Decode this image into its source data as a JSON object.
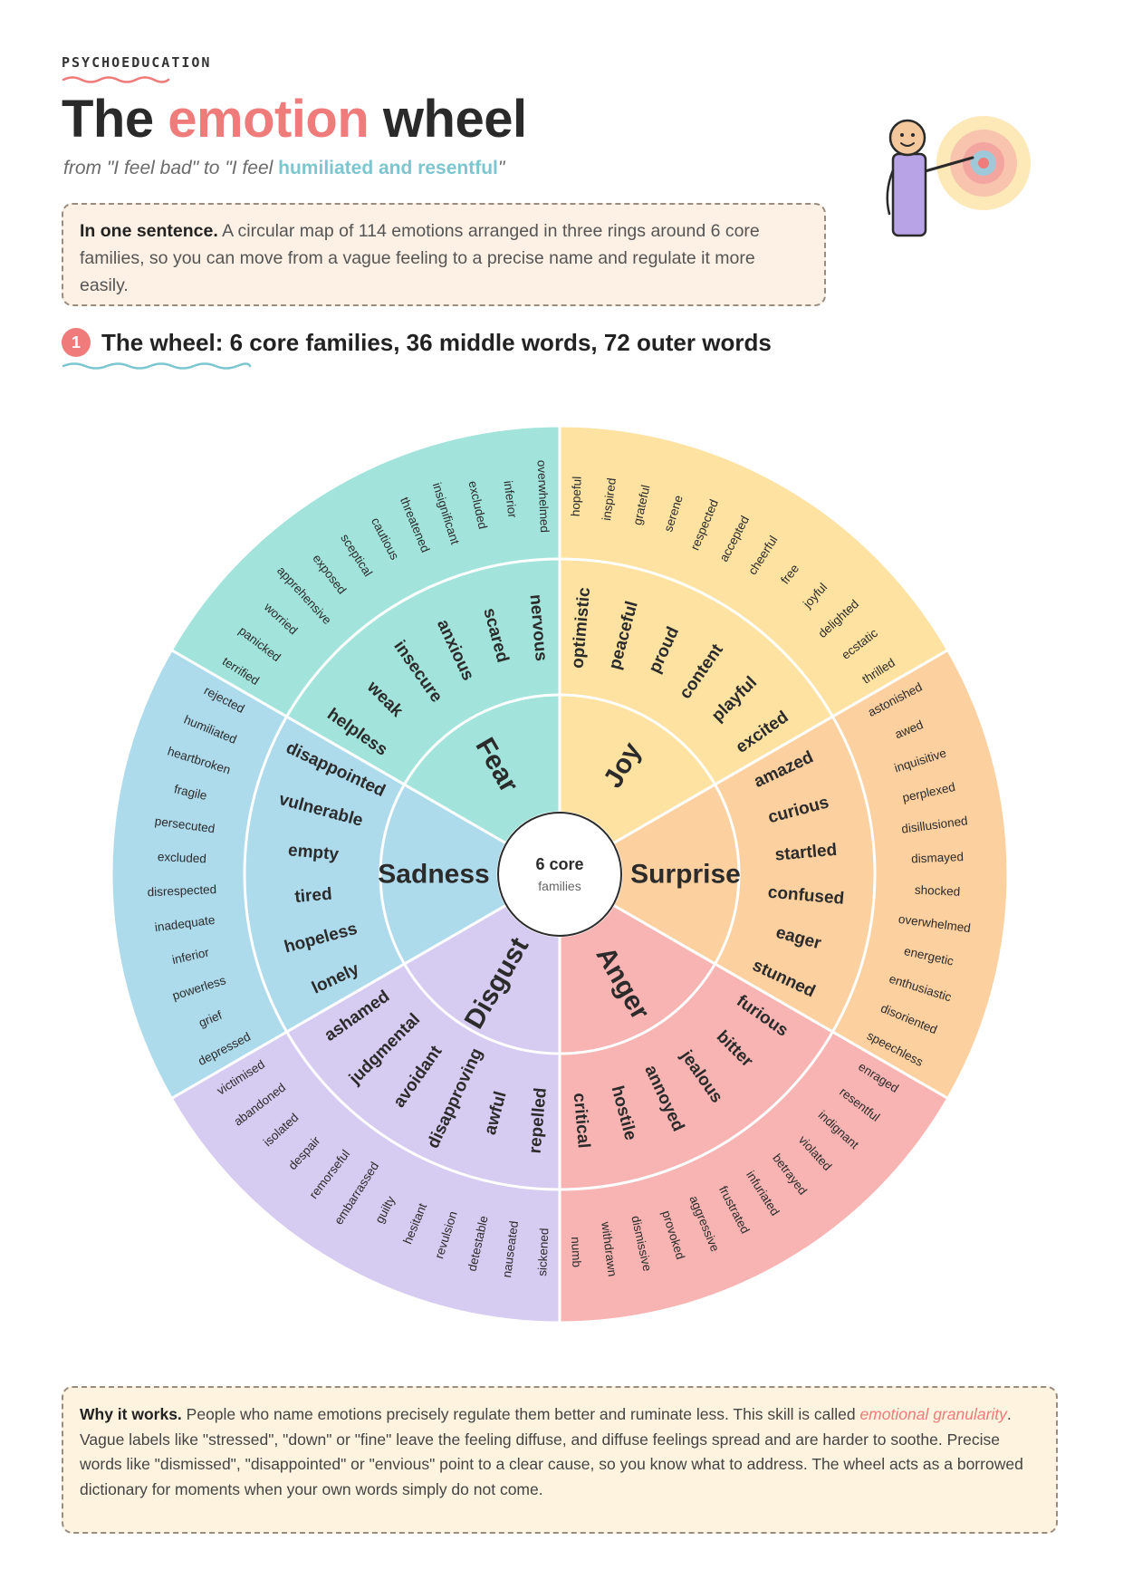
{
  "header": {
    "kicker": "PSYCHOEDUCATION",
    "title_pre": "The ",
    "title_accent": "emotion",
    "title_post": " wheel",
    "subtitle_pre": "from \"I feel bad\" to \"I feel ",
    "subtitle_hl": "humiliated and resentful",
    "subtitle_post": "\""
  },
  "summary": {
    "lead": "In one sentence.",
    "text": " A circular map of 114 emotions arranged in three rings around 6 core families, so you can move from a vague feeling to a precise name and regulate it more easily."
  },
  "section": {
    "number": "1",
    "title": "The wheel: 6 core families, 36 middle words, 72 outer words"
  },
  "center": {
    "line1": "6 core",
    "line2": "families"
  },
  "families": [
    {
      "name": "Joy",
      "color": "#fde2a1",
      "middle": [
        "optimistic",
        "peaceful",
        "proud",
        "content",
        "playful",
        "excited"
      ],
      "outer": [
        "hopeful",
        "inspired",
        "grateful",
        "serene",
        "respected",
        "accepted",
        "cheerful",
        "free",
        "joyful",
        "delighted",
        "ecstatic",
        "thrilled"
      ]
    },
    {
      "name": "Surprise",
      "color": "#fdd0a0",
      "middle": [
        "amazed",
        "curious",
        "startled",
        "confused",
        "eager",
        "stunned"
      ],
      "outer": [
        "astonished",
        "awed",
        "inquisitive",
        "perplexed",
        "disillusioned",
        "dismayed",
        "shocked",
        "overwhelmed",
        "energetic",
        "enthusiastic",
        "disoriented",
        "speechless"
      ]
    },
    {
      "name": "Anger",
      "color": "#f8b4b2",
      "middle": [
        "furious",
        "bitter",
        "jealous",
        "annoyed",
        "hostile",
        "critical"
      ],
      "outer": [
        "enraged",
        "resentful",
        "indignant",
        "violated",
        "betrayed",
        "infuriated",
        "frustrated",
        "aggressive",
        "provoked",
        "dismissive",
        "withdrawn",
        "numb"
      ]
    },
    {
      "name": "Disgust",
      "color": "#d6cbf0",
      "middle": [
        "repelled",
        "awful",
        "disapproving",
        "avoidant",
        "judgmental",
        "ashamed"
      ],
      "outer": [
        "sickened",
        "nauseated",
        "detestable",
        "revulsion",
        "hesitant",
        "guilty",
        "embarrassed",
        "remorseful",
        "despair",
        "isolated",
        "abandoned",
        "victimised"
      ]
    },
    {
      "name": "Sadness",
      "color": "#aedbec",
      "middle": [
        "lonely",
        "hopeless",
        "tired",
        "empty",
        "vulnerable",
        "disappointed"
      ],
      "outer": [
        "depressed",
        "grief",
        "powerless",
        "inferior",
        "inadequate",
        "disrespected",
        "excluded",
        "persecuted",
        "fragile",
        "heartbroken",
        "humiliated",
        "rejected"
      ]
    },
    {
      "name": "Fear",
      "color": "#a2e4dc",
      "middle": [
        "helpless",
        "weak",
        "insecure",
        "anxious",
        "scared",
        "nervous"
      ],
      "outer": [
        "terrified",
        "panicked",
        "worried",
        "apprehensive",
        "exposed",
        "sceptical",
        "cautious",
        "threatened",
        "insignificant",
        "excluded",
        "inferior",
        "overwhelmed"
      ]
    }
  ],
  "why": {
    "lead": "Why it works.",
    "text1": " People who name emotions precisely regulate them better and ruminate less. This skill is called ",
    "term": "emotional granularity",
    "text2": ". Vague labels like \"stressed\", \"down\" or \"fine\" leave the feeling diffuse, and diffuse feelings spread and are harder to soothe. Precise words like \"dismissed\", \"disappointed\" or \"envious\" point to a clear cause, so you know what to address. The wheel acts as a borrowed dictionary for moments when your own words simply do not come."
  }
}
